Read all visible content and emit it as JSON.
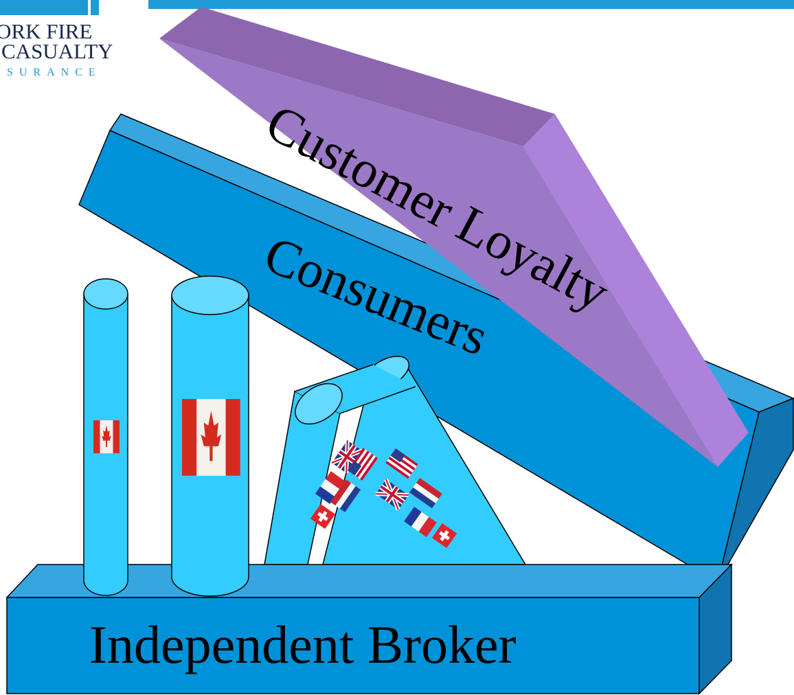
{
  "logo": {
    "line1": "ORK FIRE",
    "line2": "CASUALTY",
    "line3": "SURANCE"
  },
  "diagram": {
    "customer_loyalty_label": "Customer Loyalty",
    "consumers_label": "Consumers",
    "broker_label": "Independent Broker"
  },
  "colors": {
    "header_bar": "#1e9ad6",
    "beam_front": "#0092d8",
    "beam_top": "#37a6e0",
    "beam_side": "#0f74b0",
    "pillar": "#33ccff",
    "pillar_top": "#66d9ff",
    "prism_top": "#8c67b0",
    "prism_front": "#9c79c6",
    "prism_right": "#ac82da"
  },
  "flags": {
    "pillar1": [
      "canada"
    ],
    "pillar2": [
      "canada"
    ],
    "pillar3": [
      "uk",
      "usa",
      "france",
      "netherlands",
      "switzerland"
    ],
    "pillar4": [
      "usa",
      "uk",
      "netherlands",
      "france",
      "switzerland"
    ]
  }
}
